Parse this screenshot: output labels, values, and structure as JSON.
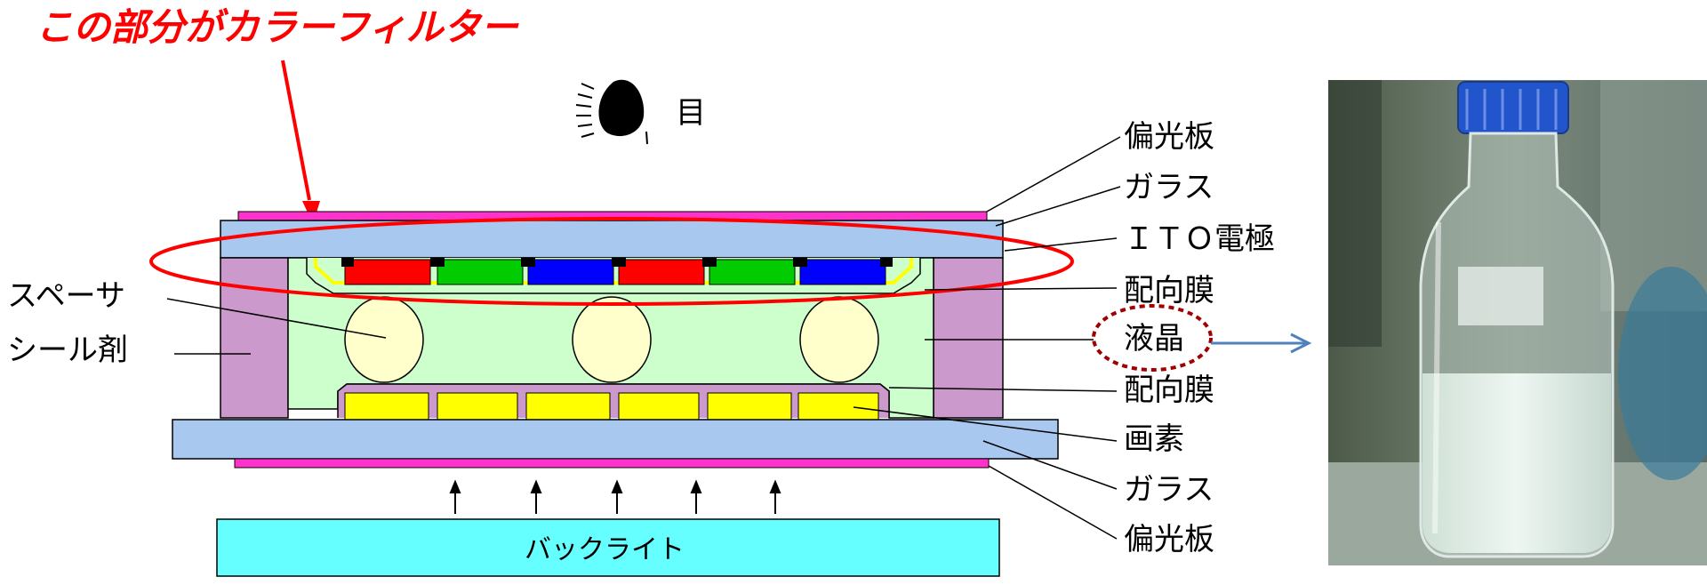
{
  "title": "この部分がカラーフィルター",
  "eye_label": "目",
  "backlight_label": "バックライト",
  "left_labels": {
    "spacer": "スペーサ",
    "sealant": "シール剤"
  },
  "right_labels": [
    "偏光板",
    "ガラス",
    "ＩＴＯ電極",
    "配向膜",
    "液晶",
    "配向膜",
    "画素",
    "ガラス",
    "偏光板"
  ],
  "colors": {
    "title_red": "#ff0000",
    "polarizer": "#ff33cc",
    "glass": "#a8c8f0",
    "seal": "#cc99cc",
    "liquid_crystal": "#ccffcc",
    "spacer": "#ffffcc",
    "pixel": "#ffff00",
    "filter_red": "#ff0000",
    "filter_green": "#00cc00",
    "filter_blue": "#0000ff",
    "backlight": "#66ffff",
    "arrow_blue": "#4f81bd"
  },
  "color_filter_sequence": [
    "red",
    "green",
    "blue",
    "red",
    "green",
    "blue"
  ]
}
